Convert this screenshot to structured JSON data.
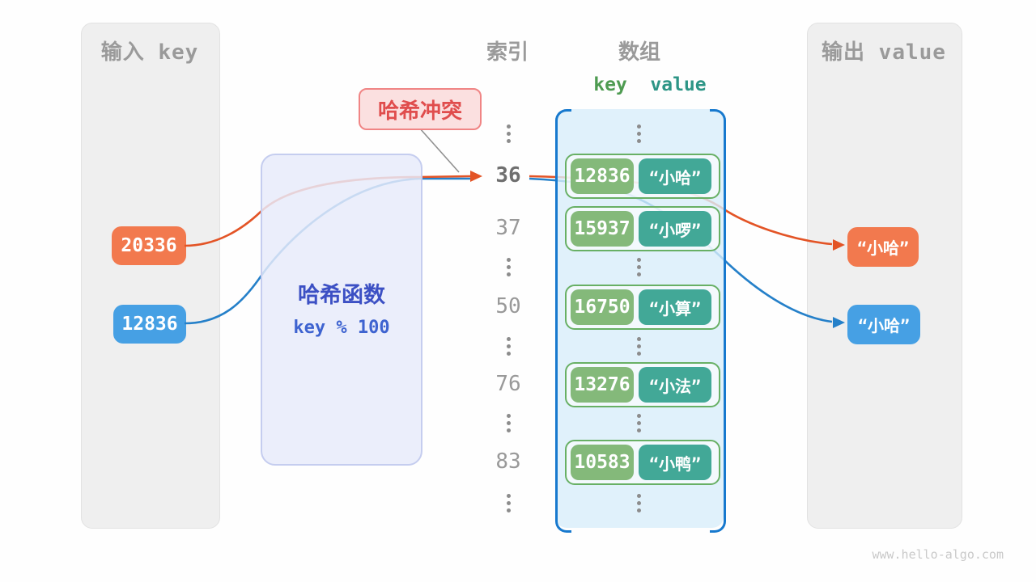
{
  "input_panel": {
    "title": "输入 key",
    "keys": [
      {
        "value": "20336",
        "color": "#f2794e"
      },
      {
        "value": "12836",
        "color": "#46a0e4"
      }
    ]
  },
  "hash_box": {
    "title": "哈希函数",
    "formula": "key % 100"
  },
  "collision_label": {
    "text": "哈希冲突"
  },
  "index_column": {
    "title": "索引",
    "indices": [
      "36",
      "37",
      "50",
      "76",
      "83"
    ],
    "highlighted_index": "36"
  },
  "array_panel": {
    "title": "数组",
    "key_header": "key",
    "value_header": "value",
    "rows": [
      {
        "key": "12836",
        "value": "“小哈”"
      },
      {
        "key": "15937",
        "value": "“小啰”"
      },
      {
        "key": "16750",
        "value": "“小算”"
      },
      {
        "key": "13276",
        "value": "“小法”"
      },
      {
        "key": "10583",
        "value": "“小鸭”"
      }
    ]
  },
  "output_panel": {
    "title": "输出 value",
    "values": [
      {
        "text": "“小哈”",
        "color": "#f2794e"
      },
      {
        "text": "“小哈”",
        "color": "#46a0e4"
      }
    ]
  },
  "watermark": "www.hello-algo.com",
  "colors": {
    "orange_line": "#e35426",
    "blue_line": "#2580c9",
    "bracket_blue": "#1779ce",
    "key_green": "#84b97a",
    "value_teal": "#42a897",
    "collision_red": "#e04d4d",
    "hash_indigo": "#3c50c4"
  }
}
